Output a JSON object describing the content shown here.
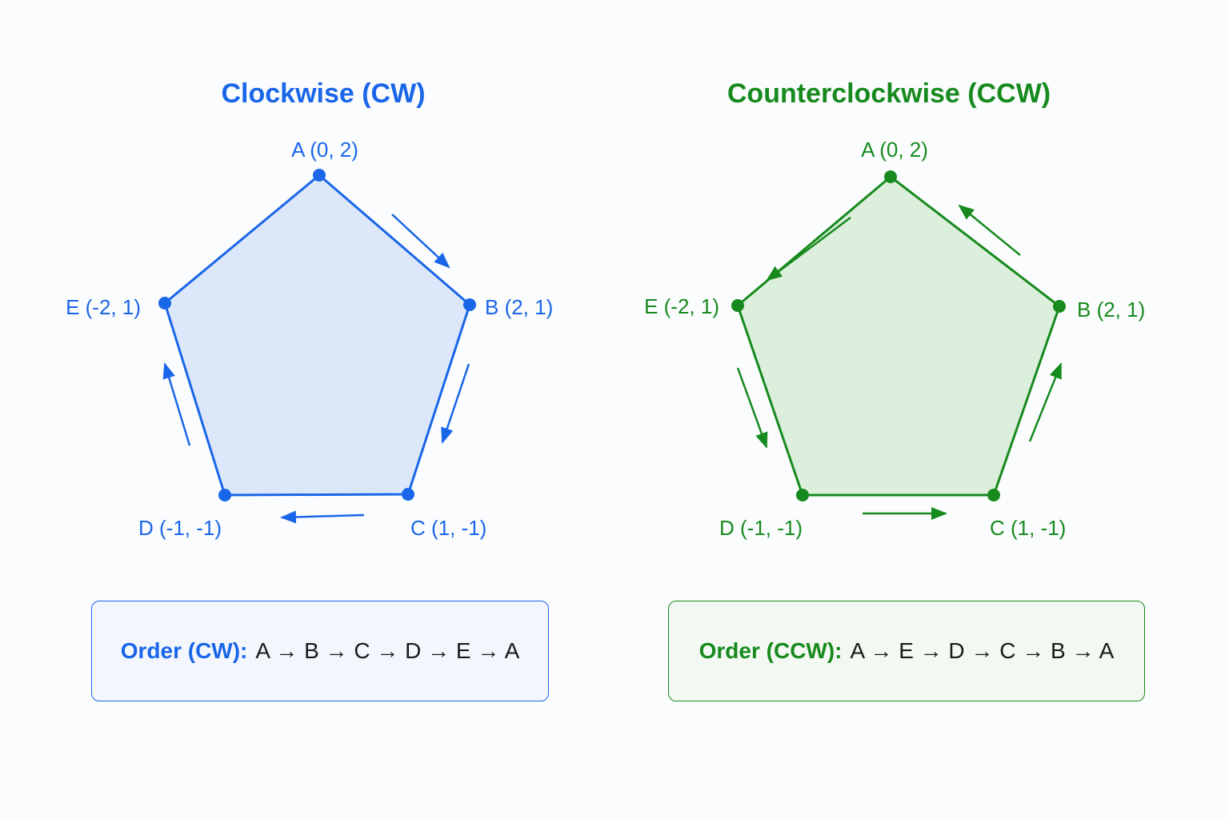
{
  "colors": {
    "cw": "#1a66e8",
    "cw_fill": "#dce8f9",
    "ccw": "#178a1e",
    "ccw_fill": "#dcefdc"
  },
  "panels": [
    {
      "key": "cw",
      "title": "Clockwise (CW)",
      "vertices": [
        {
          "name": "A",
          "label": "A (0, 2)",
          "x": 0,
          "y": 2
        },
        {
          "name": "B",
          "label": "B (2, 1)",
          "x": 2,
          "y": 1
        },
        {
          "name": "C",
          "label": "C (1, -1)",
          "x": 1,
          "y": -1
        },
        {
          "name": "D",
          "label": "D (-1, -1)",
          "x": -1,
          "y": -1
        },
        {
          "name": "E",
          "label": "E (-2, 1)",
          "x": -2,
          "y": 1
        }
      ],
      "traversal": [
        "A",
        "B",
        "C",
        "D",
        "E",
        "A"
      ],
      "order_label": "Order (CW):",
      "order_sequence": "A → B → C → D → E → A"
    },
    {
      "key": "ccw",
      "title": "Counterclockwise (CCW)",
      "vertices": [
        {
          "name": "A",
          "label": "A (0, 2)",
          "x": 0,
          "y": 2
        },
        {
          "name": "B",
          "label": "B (2, 1)",
          "x": 2,
          "y": 1
        },
        {
          "name": "C",
          "label": "C (1, -1)",
          "x": 1,
          "y": -1
        },
        {
          "name": "D",
          "label": "D (-1, -1)",
          "x": -1,
          "y": -1
        },
        {
          "name": "E",
          "label": "E (-2, 1)",
          "x": -2,
          "y": 1
        }
      ],
      "traversal": [
        "A",
        "E",
        "D",
        "C",
        "B",
        "A"
      ],
      "order_label": "Order (CCW):",
      "order_sequence": "A → E → D → C → B → A"
    }
  ]
}
